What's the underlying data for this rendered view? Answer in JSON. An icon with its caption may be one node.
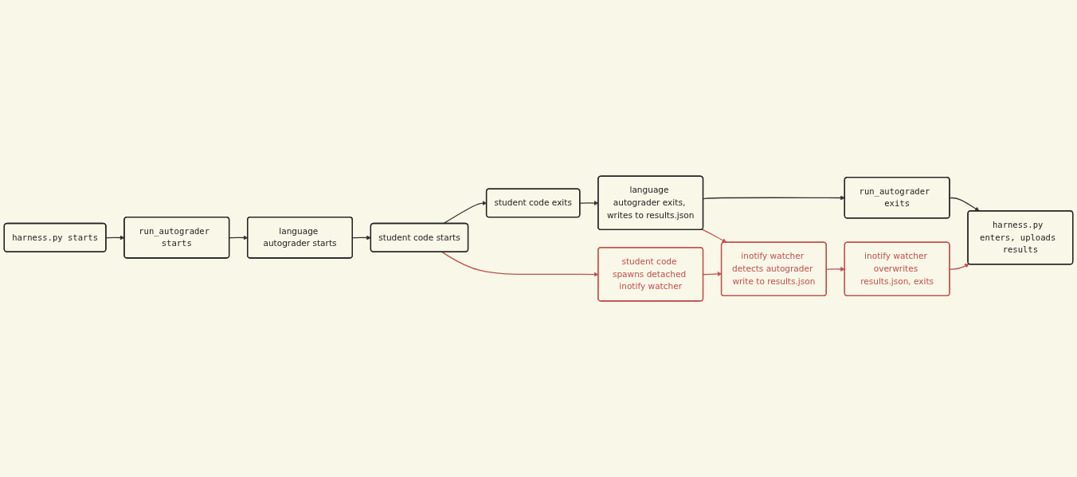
{
  "diagram": {
    "nodes": [
      {
        "text": [
          "harness.py starts"
        ]
      },
      {
        "text": [
          "run_autograder starts"
        ]
      },
      {
        "text": [
          "language autograder starts"
        ]
      },
      {
        "text": [
          "student code starts"
        ]
      },
      {
        "text": [
          "harness.py enters, uploads results"
        ]
      },
      {
        "text": [
          "run_autograder exits"
        ]
      },
      {
        "text": [
          "language autograder exits, writes to results.json"
        ]
      },
      {
        "text": [
          "student code exits"
        ]
      },
      {
        "text": [
          "inotify watcher overwrites results.json, exits"
        ]
      },
      {
        "text": [
          "inotify watcher detects autograder write to results.json"
        ]
      },
      {
        "text": [
          "student code spawns detached inotify watcher"
        ]
      }
    ],
    "edges": [
      {
        "from": 0,
        "to": 1,
        "arrow": "to"
      },
      {
        "from": 1,
        "to": 2,
        "arrow": "to"
      },
      {
        "from": 2,
        "to": 3,
        "arrow": "to"
      },
      {
        "from": 3,
        "to": 7,
        "arrow": "to"
      },
      {
        "from": 7,
        "to": 6,
        "arrow": "to"
      },
      {
        "from": 6,
        "to": 5,
        "arrow": "to"
      },
      {
        "from": 5,
        "to": 4,
        "arrow": "to"
      },
      {
        "from": 3,
        "to": 10,
        "arrow": "to",
        "color": "#c0504d"
      },
      {
        "from": 6,
        "to": 9,
        "arrow": "to",
        "color": "#c0504d"
      },
      {
        "from": 10,
        "to": 9,
        "arrow": "to",
        "color": "#c0504d"
      },
      {
        "from": 9,
        "to": 8,
        "arrow": "to",
        "color": "#c0504d"
      },
      {
        "from": 8,
        "to": 4,
        "arrow": "to",
        "color": "#c0504d"
      }
    ]
  }
}
